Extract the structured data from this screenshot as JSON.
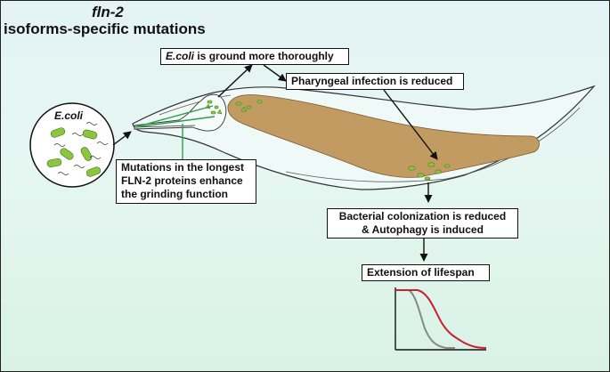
{
  "title": {
    "gene": "fln-2",
    "subtitle": "isoforms-specific mutations"
  },
  "ecoli_label": "E.coli",
  "box_ground": {
    "italic": "E.coli",
    "rest": " is ground more thoroughly"
  },
  "box_pharyngeal": "Pharyngeal infection is reduced",
  "box_mutations": {
    "line1": "Mutations in the longest",
    "line2": "FLN-2 proteins enhance",
    "line3": "the grinding function"
  },
  "box_colonization": {
    "line1": "Bacterial colonization is reduced",
    "line2": "& Autophagy is induced"
  },
  "box_lifespan": "Extension of lifespan",
  "colors": {
    "background_top": "#e4f4f6",
    "background_bottom": "#d9f2e6",
    "intestine": "#c29b62",
    "bacteria": "#8cc63e",
    "pointer_line": "#2e9e4a",
    "survival_mutant": "#cc1f2f",
    "survival_control": "#888888"
  }
}
